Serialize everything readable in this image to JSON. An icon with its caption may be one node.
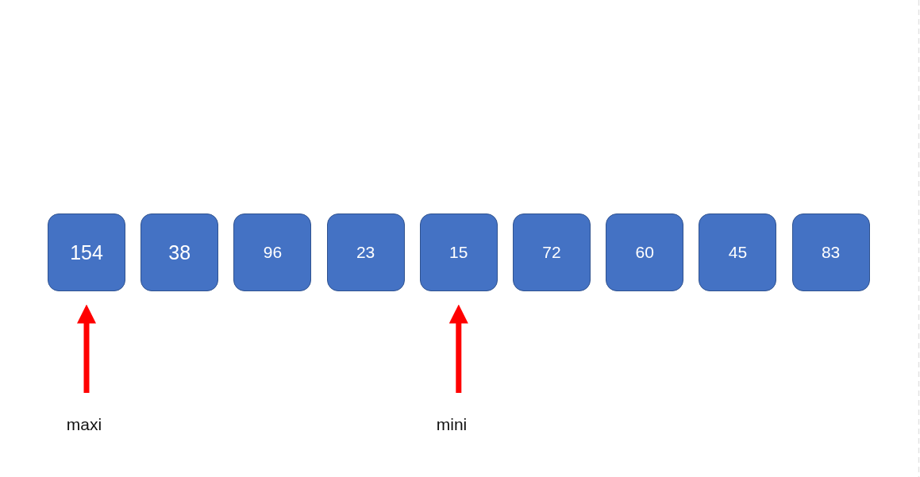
{
  "diagram": {
    "nodes": [
      {
        "text": [
          "154"
        ]
      },
      {
        "text": [
          "38"
        ]
      },
      {
        "text": [
          "96"
        ]
      },
      {
        "text": [
          "23"
        ]
      },
      {
        "text": [
          "15"
        ]
      },
      {
        "text": [
          "72"
        ]
      },
      {
        "text": [
          "60"
        ]
      },
      {
        "text": [
          "45"
        ]
      },
      {
        "text": [
          "83"
        ]
      },
      {
        "text": [
          "maxi"
        ]
      },
      {
        "text": [
          "mini"
        ]
      }
    ],
    "edges": [
      {
        "from": 9,
        "to": 0,
        "arrow": "to",
        "color": "#ff0000"
      },
      {
        "from": 10,
        "to": 4,
        "arrow": "to",
        "color": "#ff0000"
      }
    ]
  }
}
